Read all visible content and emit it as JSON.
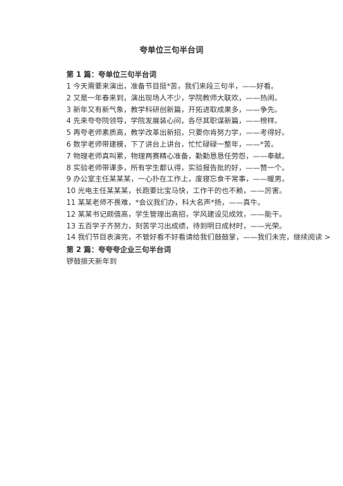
{
  "document": {
    "title": "夸单位三句半台词",
    "sections": [
      {
        "heading": "第 1 篇：夸单位三句半台词",
        "paragraphs": [
          "1 今天需要来演出，准备节目挺*苦，我们来段三句半，——好看。",
          "2 又是一年春来到，演出现场人不少，学院教师大联欢，——热闹。",
          "3 新年又有新气象，教学科研创新篇，开拓进取成果多，——争先。",
          "4 先来夸夸院领导，学院发展装心间，各尽其职谋新篇，——榜样。",
          "5 再夸老师素质高，教学改革出新招，只要你肯努力学，——考得好。",
          "6 数学老师带建模，下了讲台上讲台，忙忙碌碌一整年，——*苦。",
          "7 物理老师真叫累，物理两赛精心准备，勤勤恳恳任劳怨，——奉献。",
          "8 实验老师带课多，所有学生都认得，实验报告批的好，——赞一个。",
          "9 办公室主任某某某，一心扑在工作上，废寝忘食干常事，——暖男。",
          "10 光电主任某某某，长跑要比宝马快，工作干的也不赖，——厉害。",
          "11 某某老师不畏难，*会议我们办，科大名声*扬，——真牛。",
          "12 某某书记颇值高，学生管理出高招，学风建设见成效，——能干。",
          "13 五百学子齐努力，刻苦学习出成绩，待到明日成材时，——光荣。",
          "14 我们节目表演完，不管好看不好看请给我们鼓鼓掌，——我们未完，继续阅读 >"
        ]
      },
      {
        "heading": "第 2 篇：夸夸夸企业三句半台词",
        "paragraphs": [
          "锣鼓振天新年到"
        ]
      }
    ]
  }
}
